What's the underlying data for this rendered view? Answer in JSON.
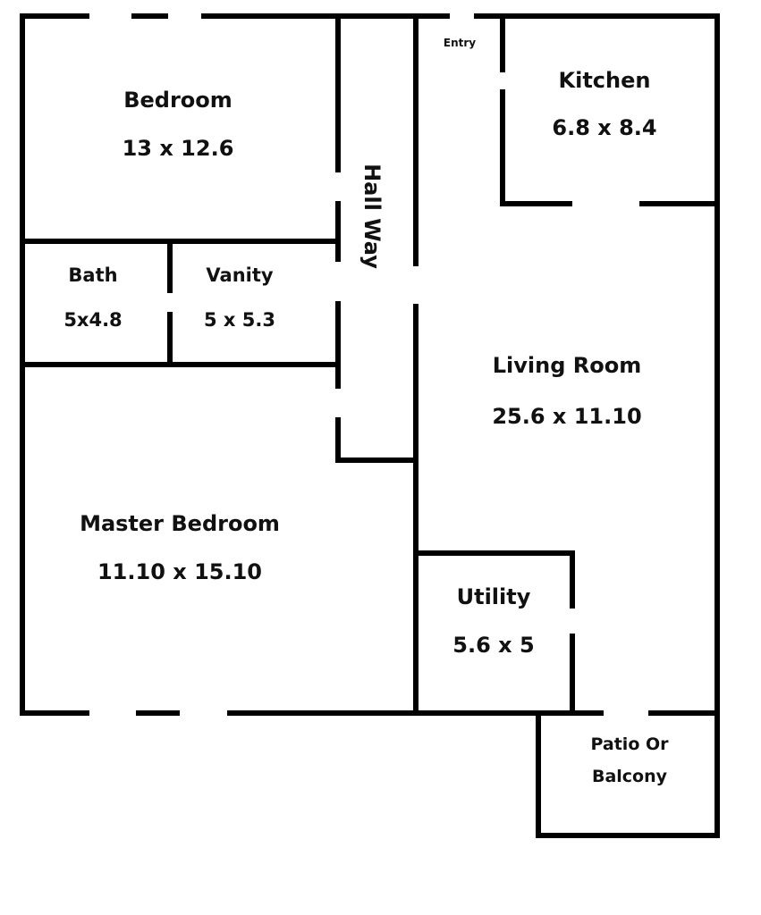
{
  "floor_plan": {
    "rooms": [
      {
        "id": "bedroom",
        "name": "Bedroom",
        "dimensions": "13 x 12.6"
      },
      {
        "id": "bath",
        "name": "Bath",
        "dimensions": "5x4.8"
      },
      {
        "id": "vanity",
        "name": "Vanity",
        "dimensions": "5 x 5.3"
      },
      {
        "id": "master",
        "name": "Master Bedroom",
        "dimensions": "11.10 x 15.10"
      },
      {
        "id": "hallway",
        "name": "Hall Way"
      },
      {
        "id": "entry",
        "name": "Entry"
      },
      {
        "id": "kitchen",
        "name": "Kitchen",
        "dimensions": "6.8 x 8.4"
      },
      {
        "id": "living",
        "name": "Living Room",
        "dimensions": "25.6 x 11.10"
      },
      {
        "id": "utility",
        "name": "Utility",
        "dimensions": "5.6 x 5"
      },
      {
        "id": "patio",
        "name": "Patio Or",
        "name_line2": "Balcony"
      }
    ],
    "colors": {
      "wall": "#000000",
      "text": "#111111",
      "background": "#ffffff"
    }
  }
}
